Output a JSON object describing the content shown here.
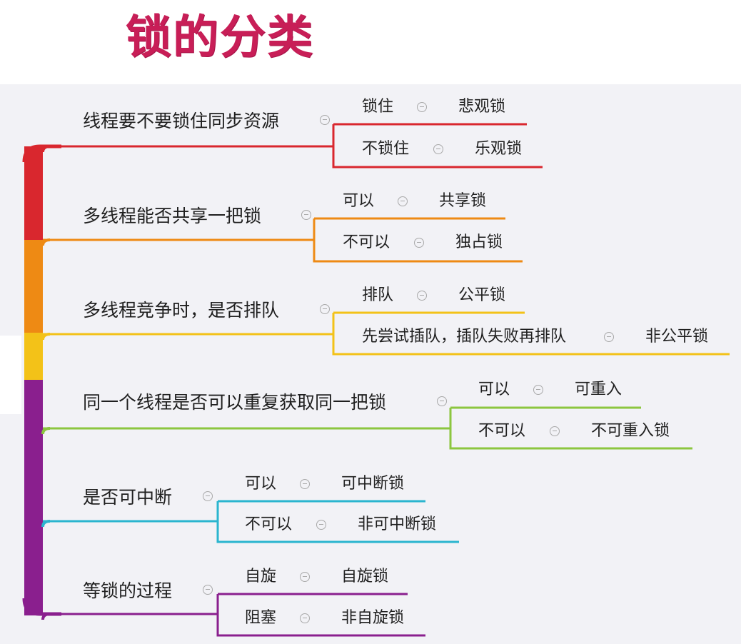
{
  "title": "锁的分类",
  "categories": [
    {
      "label": "线程要不要锁住同步资源",
      "color": "#d9272e",
      "branches": [
        {
          "option": "锁住",
          "result": "悲观锁"
        },
        {
          "option": "不锁住",
          "result": "乐观锁"
        }
      ]
    },
    {
      "label": "多线程能否共享一把锁",
      "color": "#ee8a14",
      "branches": [
        {
          "option": "可以",
          "result": "共享锁"
        },
        {
          "option": "不可以",
          "result": "独占锁"
        }
      ]
    },
    {
      "label": "多线程竞争时，是否排队",
      "color": "#f3c218",
      "branches": [
        {
          "option": "排队",
          "result": "公平锁"
        },
        {
          "option": "先尝试插队，插队失败再排队",
          "result": "非公平锁"
        }
      ]
    },
    {
      "label": "同一个线程是否可以重复获取同一把锁",
      "color": "#8cc63f",
      "branches": [
        {
          "option": "可以",
          "result": "可重入"
        },
        {
          "option": "不可以",
          "result": "不可重入锁"
        }
      ]
    },
    {
      "label": "是否可中断",
      "color": "#2bb5cf",
      "branches": [
        {
          "option": "可以",
          "result": "可中断锁"
        },
        {
          "option": "不可以",
          "result": "非可中断锁"
        }
      ]
    },
    {
      "label": "等锁的过程",
      "color": "#8a1f8e",
      "branches": [
        {
          "option": "自旋",
          "result": "自旋锁"
        },
        {
          "option": "阻塞",
          "result": "非自旋锁"
        }
      ]
    }
  ]
}
